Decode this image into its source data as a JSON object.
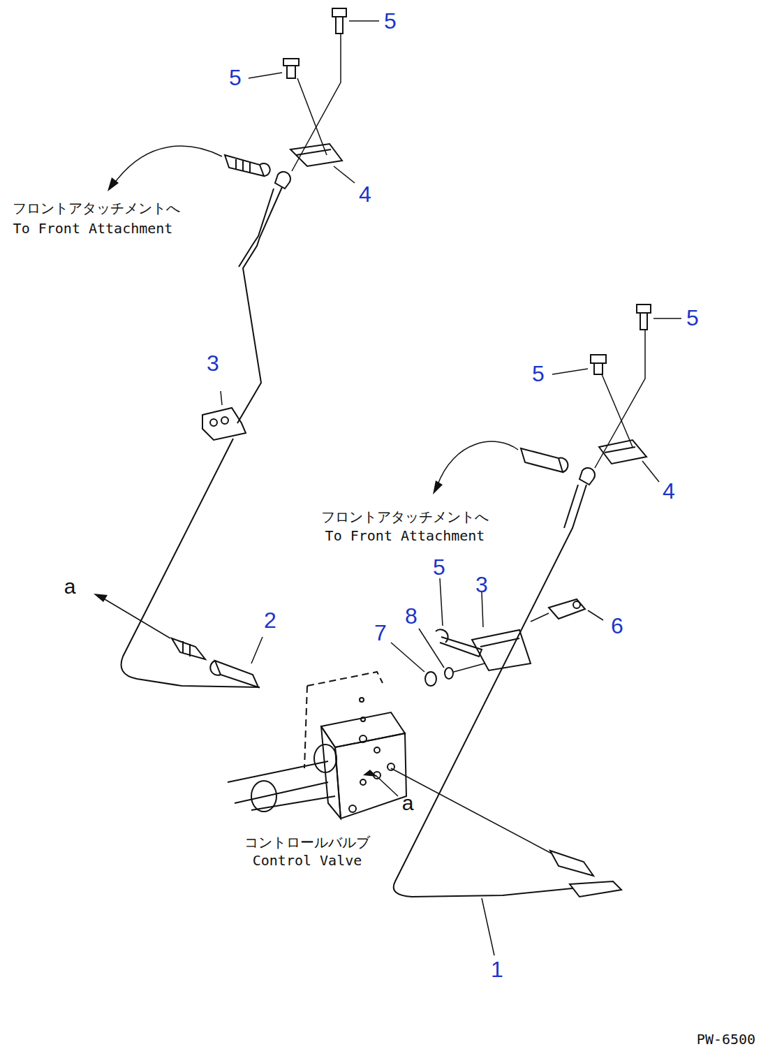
{
  "diagram": {
    "labels": [
      "5",
      "5",
      "4",
      "フロントアタッチメントへ",
      "To Front Attachment",
      "3",
      "5",
      "5",
      "4",
      "フロントアタッチメントへ",
      "To Front Attachment",
      "5",
      "3",
      "8",
      "7",
      "6",
      "a",
      "2",
      "a",
      "コントロールバルブ",
      "Control Valve",
      "1",
      "PW-6500"
    ]
  }
}
